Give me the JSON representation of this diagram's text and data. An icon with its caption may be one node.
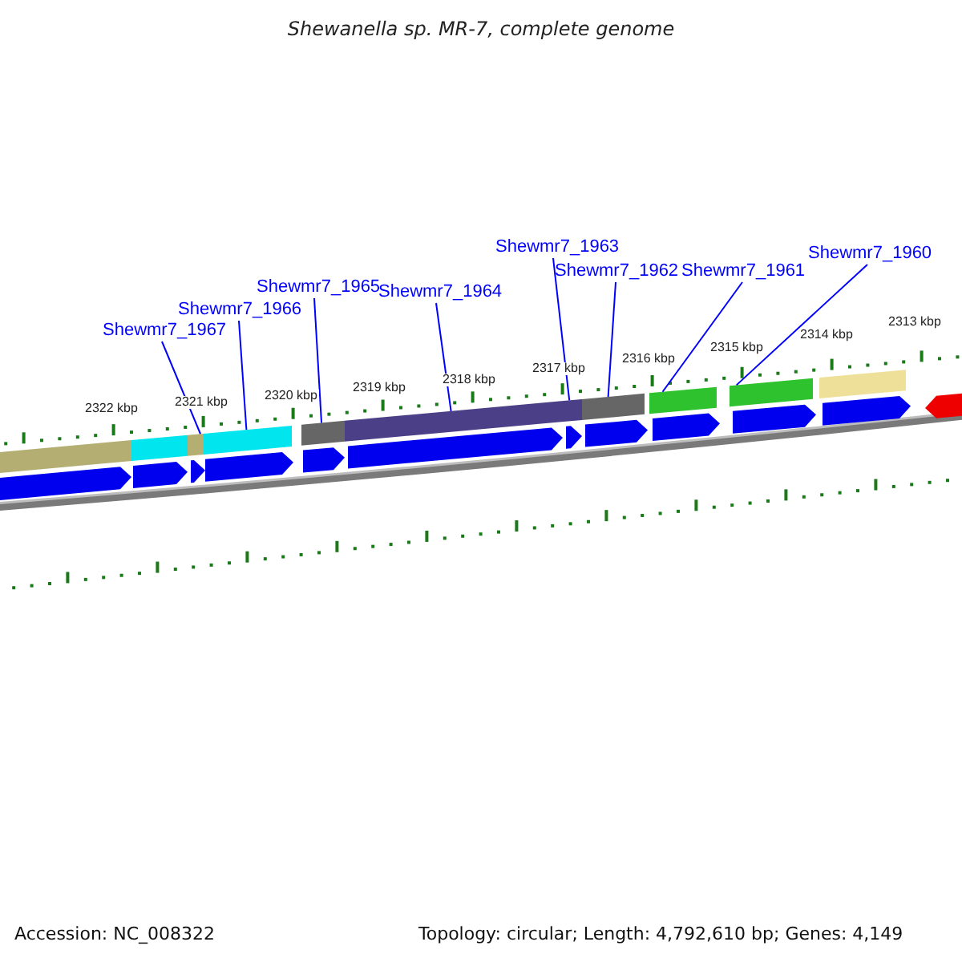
{
  "diagram": {
    "title": "Shewanella sp. MR-7, complete genome",
    "nodes": [
      {
        "text": [
          "Shewmr7_1967"
        ]
      },
      {
        "text": [
          "Shewmr7_1966"
        ]
      },
      {
        "text": [
          "Shewmr7_1965"
        ]
      },
      {
        "text": [
          "Shewmr7_1964"
        ]
      },
      {
        "text": [
          "Shewmr7_1963"
        ]
      },
      {
        "text": [
          "Shewmr7_1962"
        ]
      },
      {
        "text": [
          "Shewmr7_1961"
        ]
      },
      {
        "text": [
          "Shewmr7_1960"
        ]
      },
      {
        "text": [],
        "shape": "bar"
      },
      {
        "text": [],
        "shape": "bar"
      },
      {
        "text": [],
        "shape": "bar"
      },
      {
        "text": [],
        "shape": "bar"
      },
      {
        "text": [],
        "shape": "bar"
      },
      {
        "text": [],
        "shape": "bar"
      },
      {
        "text": [],
        "shape": "bar"
      },
      {
        "text": [],
        "shape": "bar"
      },
      {
        "text": [],
        "shape": "bar"
      },
      {
        "text": [],
        "shape": "bar"
      },
      {
        "text": [],
        "shape": "bar"
      },
      {
        "text": [],
        "shape": "arrow"
      }
    ],
    "edges": [
      {
        "from": 0,
        "to": 10,
        "arrow": "none"
      },
      {
        "from": 1,
        "to": 11,
        "arrow": "none"
      },
      {
        "from": 2,
        "to": 12,
        "arrow": "none"
      },
      {
        "from": 3,
        "to": 13,
        "arrow": "none"
      },
      {
        "from": 4,
        "to": 14,
        "arrow": "none"
      },
      {
        "from": 5,
        "to": 15,
        "arrow": "none"
      },
      {
        "from": 6,
        "to": 16,
        "arrow": "none"
      },
      {
        "from": 7,
        "to": 17,
        "arrow": "none"
      }
    ],
    "labels": [
      "2322 kbp",
      "2321 kbp",
      "2320 kbp",
      "2319 kbp",
      "2318 kbp",
      "2317 kbp",
      "2316 kbp",
      "2315 kbp",
      "2314 kbp",
      "2313 kbp",
      "Accession: NC_008322",
      "Topology: circular; Length: 4,792,610 bp; Genes: 4,149"
    ]
  }
}
